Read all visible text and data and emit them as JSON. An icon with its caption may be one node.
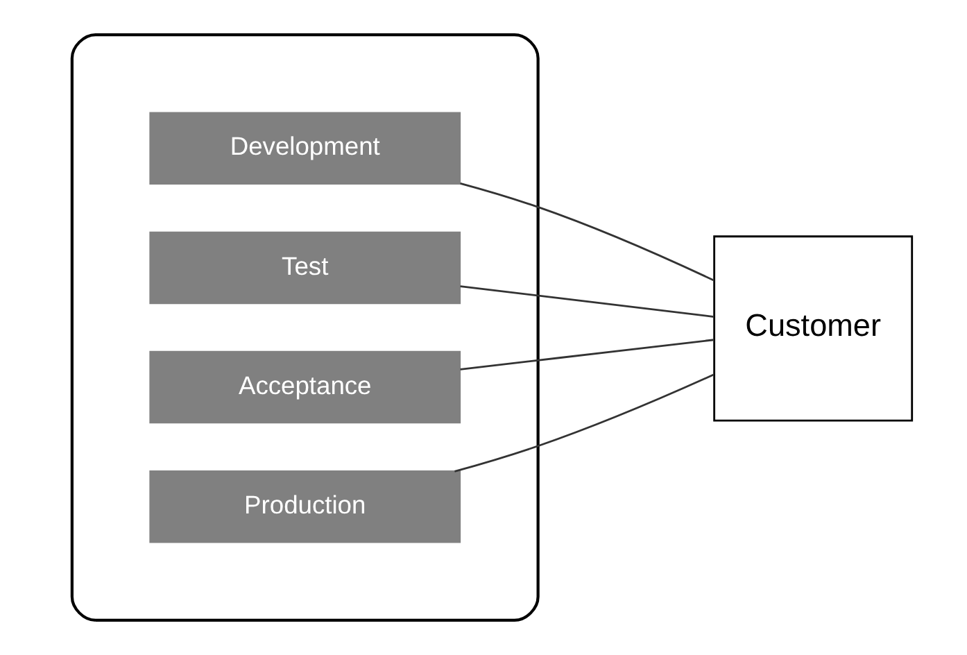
{
  "diagram": {
    "nodes": [
      {
        "text": [],
        "shape": "cloud"
      },
      {
        "text": [
          "Development"
        ],
        "in": 0
      },
      {
        "text": [
          "Test"
        ],
        "in": 0
      },
      {
        "text": [
          "Acceptance"
        ],
        "in": 0
      },
      {
        "text": [
          "Production"
        ],
        "in": 0
      },
      {
        "text": [
          "Customer"
        ]
      }
    ],
    "edges": [
      {
        "from": 1,
        "to": 5,
        "arrow": "none"
      },
      {
        "from": 2,
        "to": 5,
        "arrow": "none"
      },
      {
        "from": 3,
        "to": 5,
        "arrow": "none"
      },
      {
        "from": 4,
        "to": 5,
        "arrow": "none"
      }
    ]
  }
}
